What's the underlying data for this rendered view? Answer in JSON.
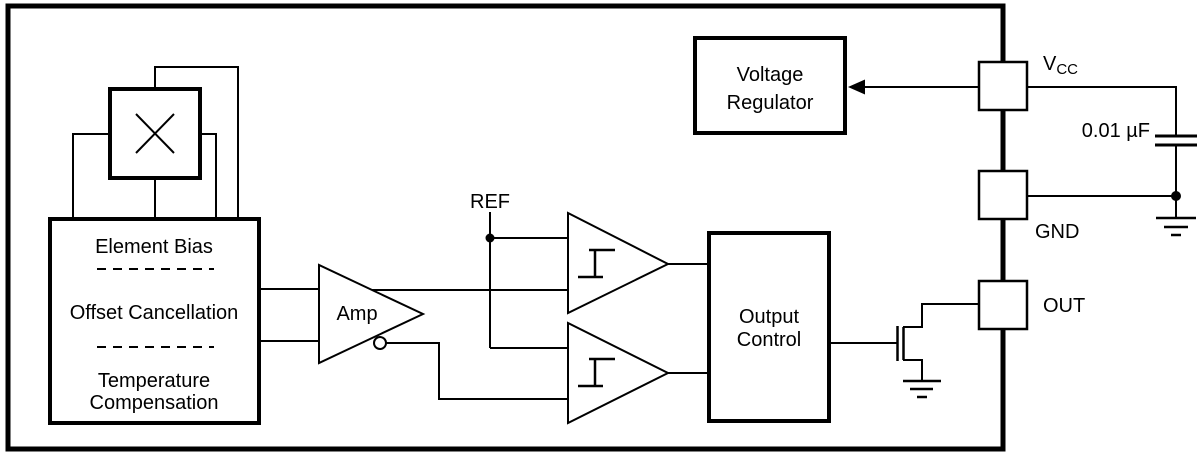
{
  "colors": {
    "ink": "#000000",
    "background": "#ffffff"
  },
  "blocks": {
    "sensor_core": {
      "line1": "Element Bias",
      "line2": "Offset Cancellation",
      "line3": "Temperature",
      "line4": "Compensation"
    },
    "amplifier": {
      "label": "Amp"
    },
    "voltage_regulator": {
      "line1": "Voltage",
      "line2": "Regulator"
    },
    "output_control": {
      "line1": "Output",
      "line2": "Control"
    }
  },
  "nets": {
    "reference": "REF",
    "capacitor_value": "0.01 µF"
  },
  "pins": {
    "vcc": {
      "base": "V",
      "subscript": "CC"
    },
    "gnd": "GND",
    "out": "OUT"
  }
}
